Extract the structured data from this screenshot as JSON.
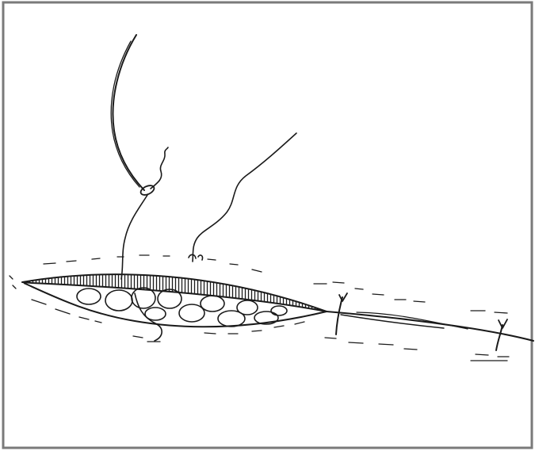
{
  "figure": {
    "kind": "surgical-illustration",
    "subject": "suture-needle-and-thread-closing-incision-over-fat-lobules",
    "style": "black-and-white-line-drawing",
    "border_present": true,
    "components": [
      "frame-border",
      "curved-needle",
      "suture-threads",
      "incision-wound",
      "fat-lobules",
      "skin-surface-dashes",
      "interrupted-stitches",
      "running-suture-line"
    ],
    "colors": {
      "background": "#ffffff",
      "ink": "#1a1a1a",
      "frame": "#7a7a7a"
    }
  }
}
